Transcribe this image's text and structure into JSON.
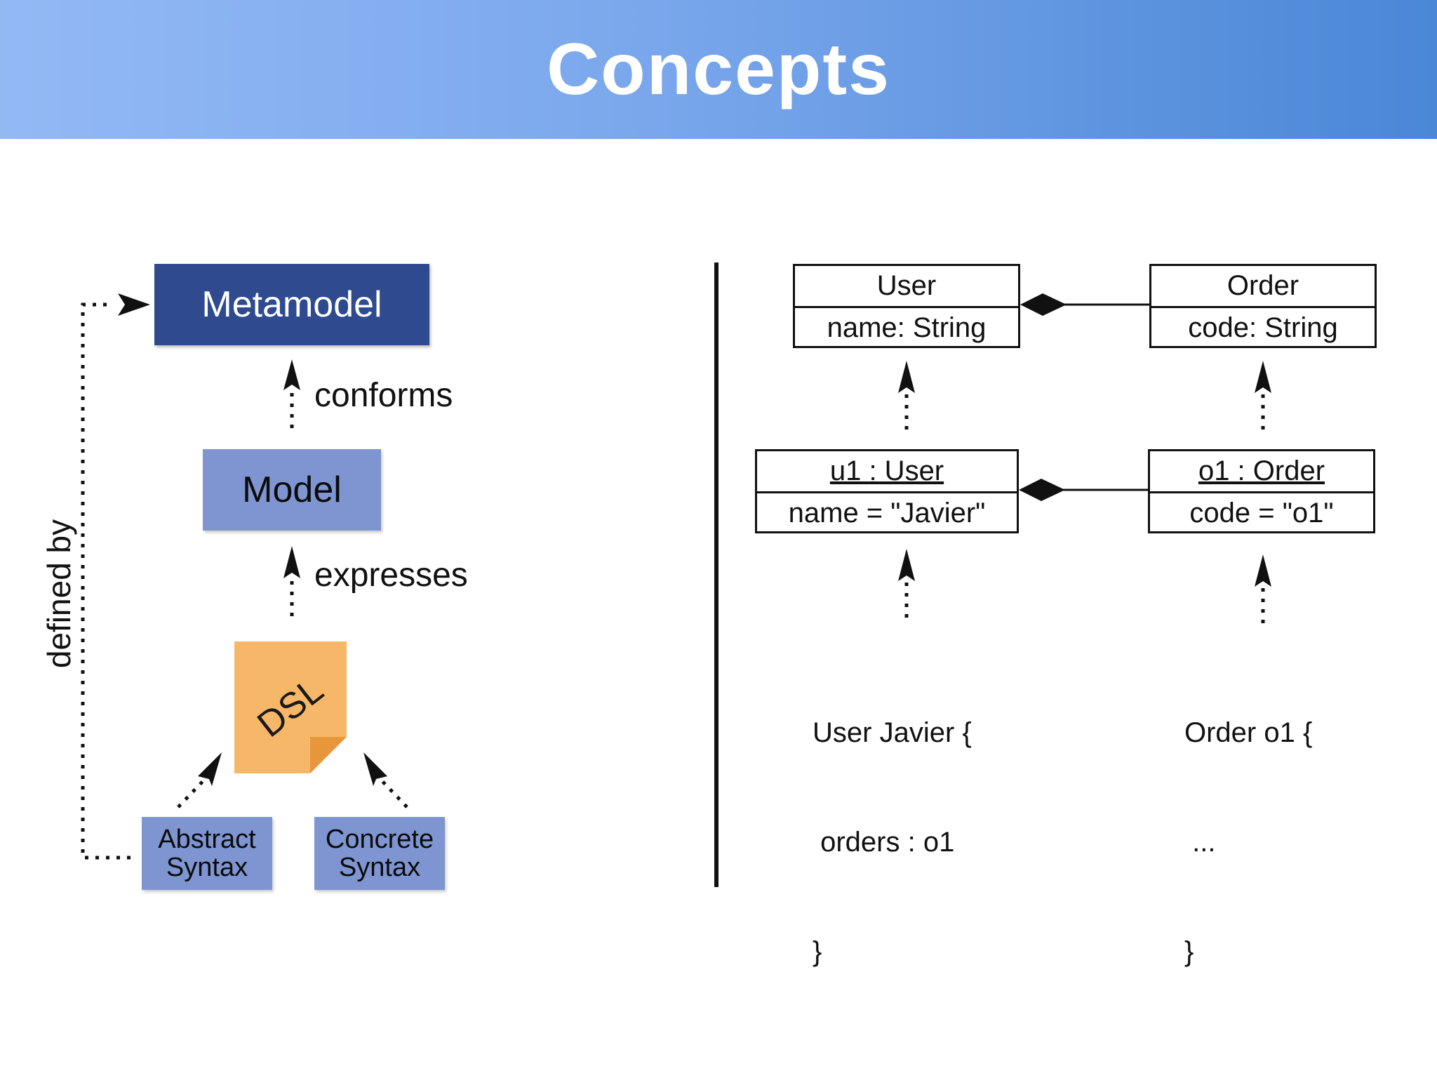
{
  "header": {
    "title": "Concepts"
  },
  "left_diagram": {
    "metamodel": "Metamodel",
    "model": "Model",
    "dsl": "DSL",
    "abstract_syntax": [
      "Abstract",
      "Syntax"
    ],
    "concrete_syntax": [
      "Concrete",
      "Syntax"
    ],
    "conforms": "conforms",
    "expresses": "expresses",
    "defined_by": "defined by"
  },
  "right_diagram": {
    "user_class": {
      "name": "User",
      "attr": "name: String"
    },
    "order_class": {
      "name": "Order",
      "attr": "code: String"
    },
    "u1_object": {
      "name": "u1 : User",
      "attr": "name = \"Javier\""
    },
    "o1_object": {
      "name": "o1 : Order",
      "attr": "code = \"o1\""
    },
    "user_code": [
      "User Javier {",
      " orders : o1",
      "}"
    ],
    "order_code": [
      "Order o1 {",
      " ...",
      "}"
    ]
  },
  "colors": {
    "header_start": "#93b9f5",
    "header_end": "#4a87d6",
    "metamodel_fill": "#2f4a8f",
    "model_fill": "#7e95d1",
    "dsl_fill": "#f6b868"
  }
}
